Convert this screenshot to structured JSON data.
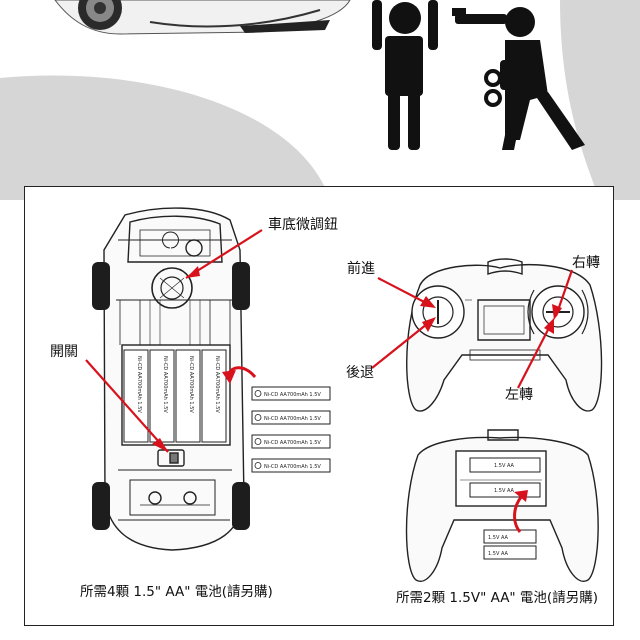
{
  "labels": {
    "trim_knob": "車底微調鈕",
    "forward": "前進",
    "right_turn": "右轉",
    "power_switch": "開關",
    "reverse": "後退",
    "left_turn": "左轉"
  },
  "captions": {
    "car": "所需4顆 1.5\" AA\" 電池(請另購)",
    "remote": "所需2顆 1.5V\" AA\" 電池(請另購)"
  },
  "car_batteries": [
    "Ni-CD AA700mAh 1.5V",
    "Ni-CD AA700mAh 1.5V",
    "Ni-CD AA700mAh 1.5V",
    "Ni-CD AA700mAh 1.5V"
  ],
  "car_installed_batteries": [
    "Ni-CD AA700mAh 1.5V",
    "Ni-CD AA700mAh 1.5V",
    "Ni-CD AA700mAh 1.5V",
    "Ni-CD AA700mAh 1.5V"
  ],
  "remote_batteries": [
    "1.5V AA",
    "1.5V AA"
  ],
  "remote_installed_batteries": [
    "1.5V AA",
    "1.5V AA"
  ],
  "colors": {
    "arrow": "#d8121c",
    "background_gray": "#d9d9d9",
    "ink": "#111111"
  }
}
